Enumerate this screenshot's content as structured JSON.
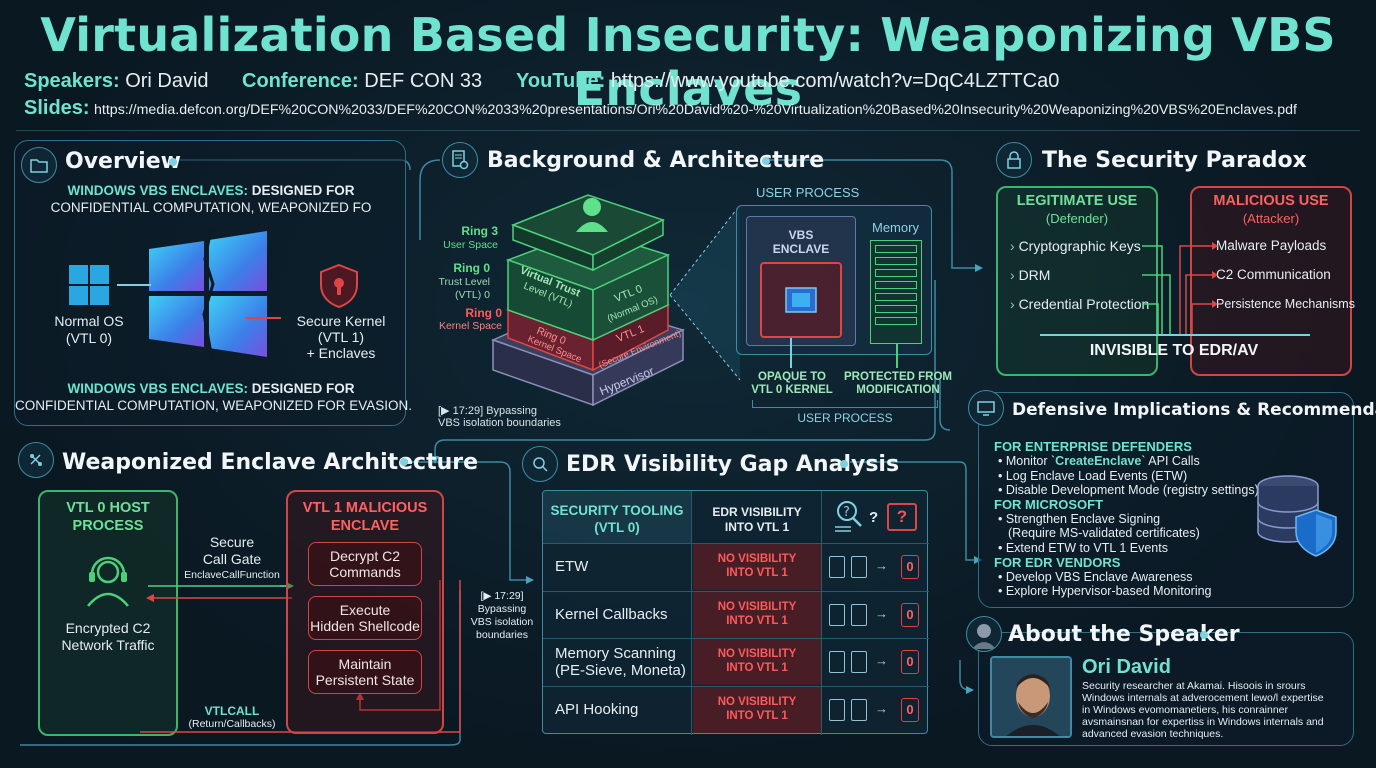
{
  "header": {
    "title": "Virtualization Based Insecurity: Weaponizing VBS Enclaves",
    "speakers_label": "Speakers:",
    "speakers_value": "Ori David",
    "conference_label": "Conference:",
    "conference_value": "DEF CON 33",
    "youtube_label": "YouTube:",
    "youtube_value": "https://www.youtube.com/watch?v=DqC4LZTTCa0",
    "slides_label": "Slides:",
    "slides_value": "https://media.defcon.org/DEF%20CON%2033/DEF%20CON%2033%20presentations/Ori%20David%20-%20Virtualization%20Based%20Insecurity%20Weaponizing%20VBS%20Enclaves.pdf"
  },
  "overview": {
    "title": "Overview",
    "top_hl": "WINDOWS VBS ENCLAVES:",
    "top_rest": " DESIGNED FOR",
    "top_line2": "CONFIDENTIAL COMPUTATION, WEAPONIZED FO",
    "normal_os": "Normal OS",
    "normal_os_vtl": "(VTL 0)",
    "secure_kernel": "Secure Kernel",
    "secure_kernel_vtl": "(VTL 1)",
    "secure_kernel_enclaves": "+ Enclaves",
    "bot_hl": "WINDOWS VBS ENCLAVES:",
    "bot_rest": " DESIGNED FOR",
    "bot_line2": "CONFIDENTIAL COMPUTATION, WEAPONIZED FOR EVASION."
  },
  "background": {
    "title": "Background & Architecture",
    "ring3": "Ring 3",
    "user_space": "User Space",
    "ring0a": "Ring 0",
    "trust_level": "Trust Level",
    "vtl0_label": "(VTL) 0",
    "ring0b": "Ring 0",
    "kernel_space": "Kernel Space",
    "virtual_trust": "Virtual Trust",
    "level_vtl": "Level (VTL)",
    "vtl0_normal": "VTL 0",
    "normal_os": "(Normal OS)",
    "vtl1": "VTL 1",
    "secure_env": "(Secure Environment)",
    "ring0_layer": "Ring 0",
    "kernel_space_layer": "Kernel Space",
    "hypervisor": "Hypervisor",
    "user_process": "USER PROCESS",
    "vbs": "VBS",
    "enclave": "ENCLAVE",
    "memory": "Memory",
    "opaque1": "OPAQUE TO",
    "opaque2": "VTL 0 KERNEL",
    "protected1": "PROTECTED FROM",
    "protected2": "MODIFICATION",
    "user_process_bottom": "USER PROCESS",
    "ts": "[▶ 17:29] Bypassing",
    "ts2": "VBS isolation boundaries"
  },
  "paradox": {
    "title": "The Security Paradox",
    "legit_title": "LEGITIMATE USE",
    "legit_sub": "(Defender)",
    "legit_items": [
      "Cryptographic Keys",
      "DRM",
      "Credential Protection"
    ],
    "mal_title": "MALICIOUS USE",
    "mal_sub": "(Attacker)",
    "mal_items": [
      "Malware Payloads",
      "C2 Communication",
      "Persistence Mechanisms"
    ],
    "invisible": "INVISIBLE TO EDR/AV"
  },
  "weaponized": {
    "title": "Weaponized Enclave Architecture",
    "host1": "VTL 0 HOST",
    "host2": "PROCESS",
    "traffic1": "Encrypted C2",
    "traffic2": "Network Traffic",
    "secure": "Secure",
    "callgate": "Call Gate",
    "ecf": "EnclaveCallFunction",
    "vtlcall": "VTLCALL",
    "return": "(Return/Callbacks)",
    "mal1": "VTL 1 MALICIOUS",
    "mal2": "ENCLAVE",
    "op1a": "Decrypt C2",
    "op1b": "Commands",
    "op2a": "Execute",
    "op2b": "Hidden Shellcode",
    "op3a": "Maintain",
    "op3b": "Persistent State",
    "ts1": "[▶ 17:29]",
    "ts2": "Bypassing",
    "ts3": "VBS isolation",
    "ts4": "boundaries"
  },
  "edr": {
    "title": "EDR Visibility Gap Analysis",
    "col1a": "SECURITY TOOLING",
    "col1b": "(VTL 0)",
    "col2a": "EDR VISIBILITY",
    "col2b": "INTO VTL 1",
    "q": "?",
    "rows": [
      {
        "tool": "ETW",
        "tool2": "",
        "vis1": "NO VISIBILITY",
        "vis2": "INTO VTL 1",
        "count": "0"
      },
      {
        "tool": "Kernel Callbacks",
        "tool2": "",
        "vis1": "NO VISIBILITY",
        "vis2": "INTO VTL 1",
        "count": "0"
      },
      {
        "tool": "Memory Scanning",
        "tool2": "(PE-Sieve, Moneta)",
        "vis1": "NO VISIBILITY",
        "vis2": "INTO VTL 1",
        "count": "0"
      },
      {
        "tool": "API Hooking",
        "tool2": "",
        "vis1": "NO VISIBILITY",
        "vis2": "INTO VTL 1",
        "count": "0"
      }
    ]
  },
  "defensive": {
    "title": "Defensive Implications & Recommendations",
    "h1": "FOR ENTERPRISE DEFENDERS",
    "e1a": "• Monitor `",
    "e1b": "CreateEnclave",
    "e1c": "` API Calls",
    "e2": "• Log Enclave Load Events (ETW)",
    "e3": "• Disable Development Mode (registry settings)",
    "h2": "FOR MICROSOFT",
    "m1": "• Strengthen Enclave Signing",
    "m2": "(Require MS-validated certificates)",
    "m3": "• Extend ETW to VTL 1 Events",
    "h3": "FOR EDR VENDORS",
    "v1": "• Develop VBS Enclave Awareness",
    "v2": "• Explore Hypervisor-based Monitoring"
  },
  "speaker": {
    "title": "About the Speaker",
    "name": "Ori David",
    "bio1": "Security researcher at Akamai. Hisoois in srours",
    "bio2": "Windows internals at adverocement lewo/l expertise",
    "bio3": "in Windows evomomanetiers, his conrainner",
    "bio4": "avsmainsnan for expertiss in Windows internals and",
    "bio5": "advanced evasion techniques."
  }
}
